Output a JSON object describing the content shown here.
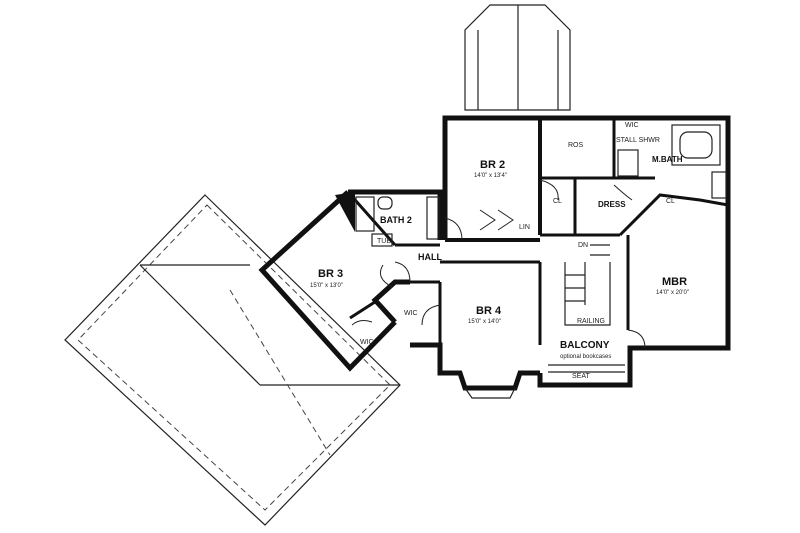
{
  "rooms": {
    "br2": {
      "name": "BR 2",
      "size": "14'0\" x 13'4\""
    },
    "bath2": {
      "name": "BATH 2"
    },
    "br3": {
      "name": "BR 3",
      "size": "15'0\" x 13'0\""
    },
    "br4": {
      "name": "BR 4",
      "size": "15'0\" x 14'0\""
    },
    "mbr": {
      "name": "MBR",
      "size": "14'0\" x 20'0\""
    },
    "mbath": {
      "name": "M.BATH"
    },
    "hall": {
      "name": "HALL"
    },
    "dress": {
      "name": "DRESS"
    },
    "balcony": {
      "name": "BALCONY",
      "note": "optional bookcases"
    }
  },
  "small_labels": {
    "cl": "CL",
    "cl2": "CL",
    "wic_br3": "WIC",
    "wic_br4": "WIC",
    "lin": "LIN",
    "tub": "TUB",
    "shower": "STALL SHWR",
    "seat": "SEAT",
    "railing": "RAILING",
    "ros": "ROS",
    "wic_mbr": "WIC",
    "down": "DN"
  }
}
